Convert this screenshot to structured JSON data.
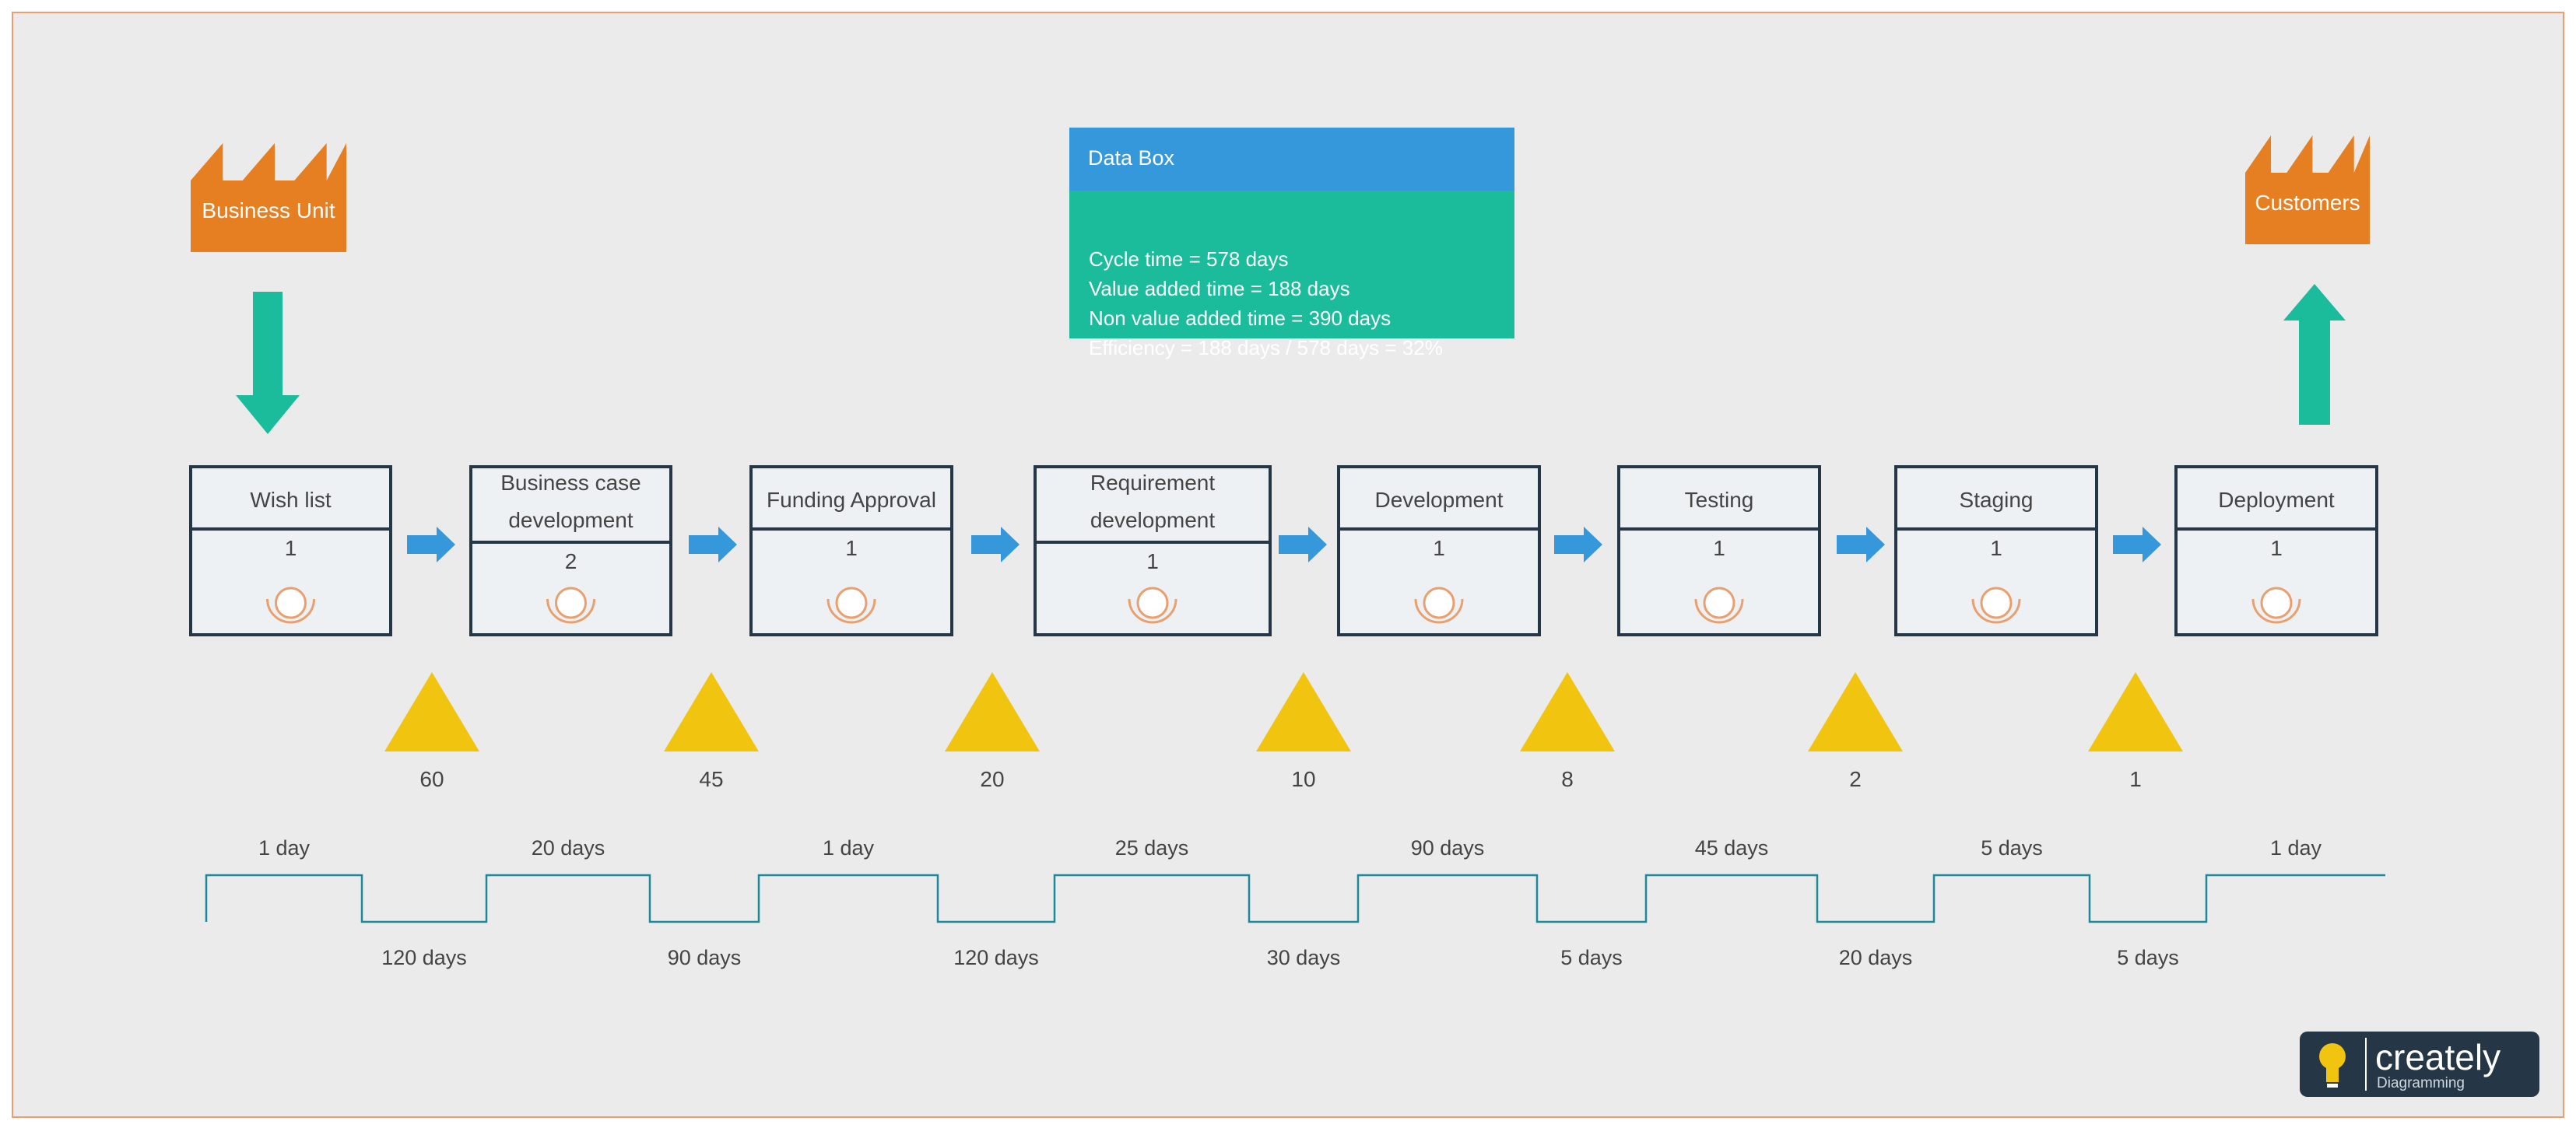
{
  "colors": {
    "background": "#ebebeb",
    "frame_border": "#e8a070",
    "factory": "#e67e22",
    "teal": "#1abc9c",
    "blue": "#3498db",
    "box_fill": "#eef1f3",
    "box_border": "#253746",
    "triangle": "#f1c40f",
    "operator": "#e8a070",
    "timeline": "#1a8a99",
    "text": "#444444"
  },
  "supplier": {
    "label": "Business Unit"
  },
  "customer": {
    "label": "Customers"
  },
  "data_box": {
    "title": "Data Box",
    "lines": [
      "Cycle time = 578 days",
      "Value added time = 188 days",
      "Non value added time =  390 days",
      "Efficiency = 188 days / 578 days = 32%"
    ]
  },
  "processes": [
    {
      "title": [
        "Wish list"
      ],
      "operators": "1",
      "inventory": "60"
    },
    {
      "title": [
        "Business case",
        "development"
      ],
      "operators": "2",
      "inventory": "45"
    },
    {
      "title": [
        "Funding Approval"
      ],
      "operators": "1",
      "inventory": "20"
    },
    {
      "title": [
        "Requirement",
        "development"
      ],
      "operators": "1",
      "inventory": "10"
    },
    {
      "title": [
        "Development"
      ],
      "operators": "1",
      "inventory": "8"
    },
    {
      "title": [
        "Testing"
      ],
      "operators": "1",
      "inventory": "2"
    },
    {
      "title": [
        "Staging"
      ],
      "operators": "1",
      "inventory": "1"
    },
    {
      "title": [
        "Deployment"
      ],
      "operators": "1"
    }
  ],
  "timeline": {
    "value_added": [
      "1 day",
      "20 days",
      "1 day",
      "25 days",
      "90 days",
      "45 days",
      "5 days",
      "1 day"
    ],
    "wait": [
      "120 days",
      "90 days",
      "120 days",
      "30 days",
      "5 days",
      "20 days",
      "5 days"
    ]
  },
  "logo": {
    "brand": "creately",
    "sub": "Diagramming"
  }
}
